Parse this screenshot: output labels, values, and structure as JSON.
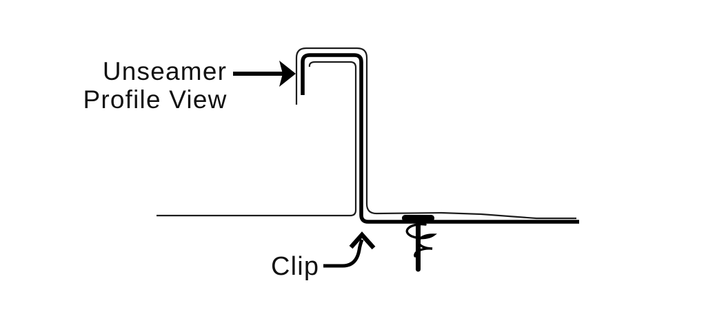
{
  "labels": {
    "unseamer_line1": "Unseamer",
    "unseamer_line2": "Profile View",
    "clip": "Clip"
  },
  "colors": {
    "background": "#ffffff",
    "ink": "#000000",
    "thin_ink": "#1c1c1c",
    "text": "#111111"
  }
}
